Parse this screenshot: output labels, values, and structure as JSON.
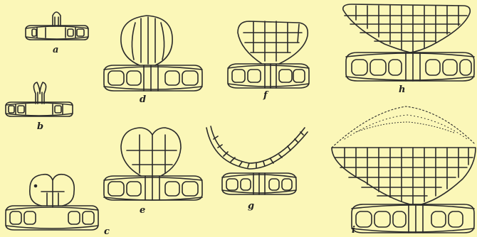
{
  "figures": [
    {
      "key": "a",
      "label": "a"
    },
    {
      "key": "b",
      "label": "b"
    },
    {
      "key": "c",
      "label": "c"
    },
    {
      "key": "d",
      "label": "d"
    },
    {
      "key": "e",
      "label": "e"
    },
    {
      "key": "f",
      "label": "f"
    },
    {
      "key": "g",
      "label": "g"
    },
    {
      "key": "h",
      "label": "h"
    },
    {
      "key": "i",
      "label": "i"
    }
  ],
  "style": {
    "ink": "#2a2a2a",
    "paper": "#fbf7b8"
  }
}
